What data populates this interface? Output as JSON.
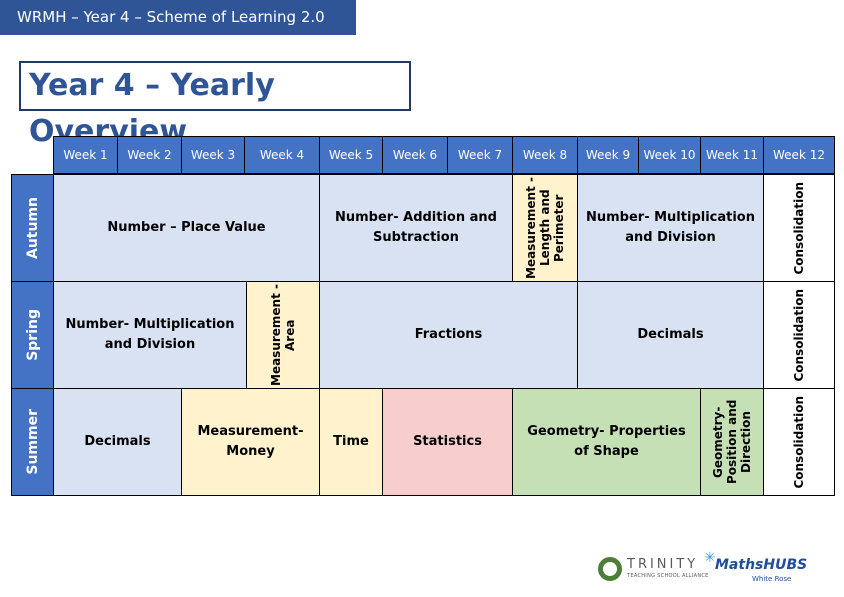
{
  "header": {
    "banner": "WRMH – Year 4 – Scheme of Learning 2.0",
    "title": "Year 4 – Yearly Overview"
  },
  "weeks": [
    "Week 1",
    "Week 2",
    "Week 3",
    "Week 4",
    "Week 5",
    "Week 6",
    "Week 7",
    "Week 8",
    "Week 9",
    "Week 10",
    "Week 11",
    "Week 12"
  ],
  "terms": {
    "autumn": {
      "label": "Autumn",
      "blocks": [
        "Number – Place Value",
        "Number- Addition and Subtraction",
        "Measurement - Length and Perimeter",
        "Number- Multiplication and Division",
        "Consolidation"
      ]
    },
    "spring": {
      "label": "Spring",
      "blocks": [
        "Number- Multiplication and Division",
        "Measurement - Area",
        "Fractions",
        "Decimals",
        "Consolidation"
      ]
    },
    "summer": {
      "label": "Summer",
      "blocks": [
        "Decimals",
        "Measurement- Money",
        "Time",
        "Statistics",
        "Geometry- Properties of Shape",
        "Geometry- Position and Direction",
        "Consolidation"
      ]
    }
  },
  "colors": {
    "header_blue": "#4472c4",
    "banner_blue": "#2f5597",
    "number_block": "#d9e2f3",
    "measurement_block": "#fff2cc",
    "statistics_block": "#f8cecc",
    "geometry_block": "#c5e0b4"
  },
  "logos": {
    "trinity_name": "TRINITY",
    "trinity_sub": "TEACHING SCHOOL ALLIANCE",
    "maths_hubs_name": "MathsHUBS",
    "maths_hubs_sub": "White Rose"
  }
}
